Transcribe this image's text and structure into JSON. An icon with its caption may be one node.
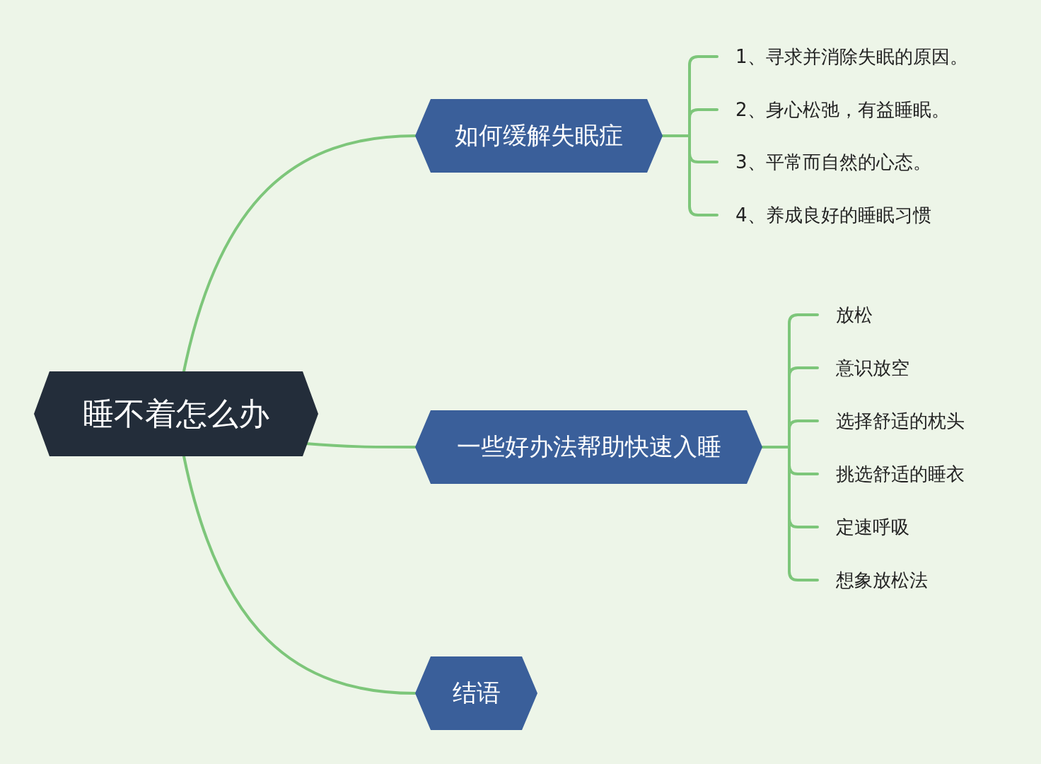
{
  "diagram": {
    "nodes": [
      {
        "text": [
          "睡不着怎么办"
        ]
      },
      {
        "text": [
          "如何缓解失眠症"
        ]
      },
      {
        "text": [
          "1、寻求并消除失眠的原因。"
        ]
      },
      {
        "text": [
          "2、身心松弛，有益睡眠。"
        ]
      },
      {
        "text": [
          "3、平常而自然的心态。"
        ]
      },
      {
        "text": [
          "4、养成良好的睡眠习惯"
        ]
      },
      {
        "text": [
          "一些好办法帮助快速入睡"
        ]
      },
      {
        "text": [
          "放松"
        ]
      },
      {
        "text": [
          "意识放空"
        ]
      },
      {
        "text": [
          "选择舒适的枕头"
        ]
      },
      {
        "text": [
          "挑选舒适的睡衣"
        ]
      },
      {
        "text": [
          "定速呼吸"
        ]
      },
      {
        "text": [
          "想象放松法"
        ]
      },
      {
        "text": [
          "结语"
        ]
      }
    ],
    "edges": [
      {
        "from": 0,
        "to": 1,
        "arrow": "none"
      },
      {
        "from": 1,
        "to": 2,
        "arrow": "none"
      },
      {
        "from": 1,
        "to": 3,
        "arrow": "none"
      },
      {
        "from": 1,
        "to": 4,
        "arrow": "none"
      },
      {
        "from": 1,
        "to": 5,
        "arrow": "none"
      },
      {
        "from": 0,
        "to": 6,
        "arrow": "none"
      },
      {
        "from": 6,
        "to": 7,
        "arrow": "none"
      },
      {
        "from": 6,
        "to": 8,
        "arrow": "none"
      },
      {
        "from": 6,
        "to": 9,
        "arrow": "none"
      },
      {
        "from": 6,
        "to": 10,
        "arrow": "none"
      },
      {
        "from": 6,
        "to": 11,
        "arrow": "none"
      },
      {
        "from": 6,
        "to": 12,
        "arrow": "none"
      },
      {
        "from": 0,
        "to": 13,
        "arrow": "none"
      }
    ]
  }
}
